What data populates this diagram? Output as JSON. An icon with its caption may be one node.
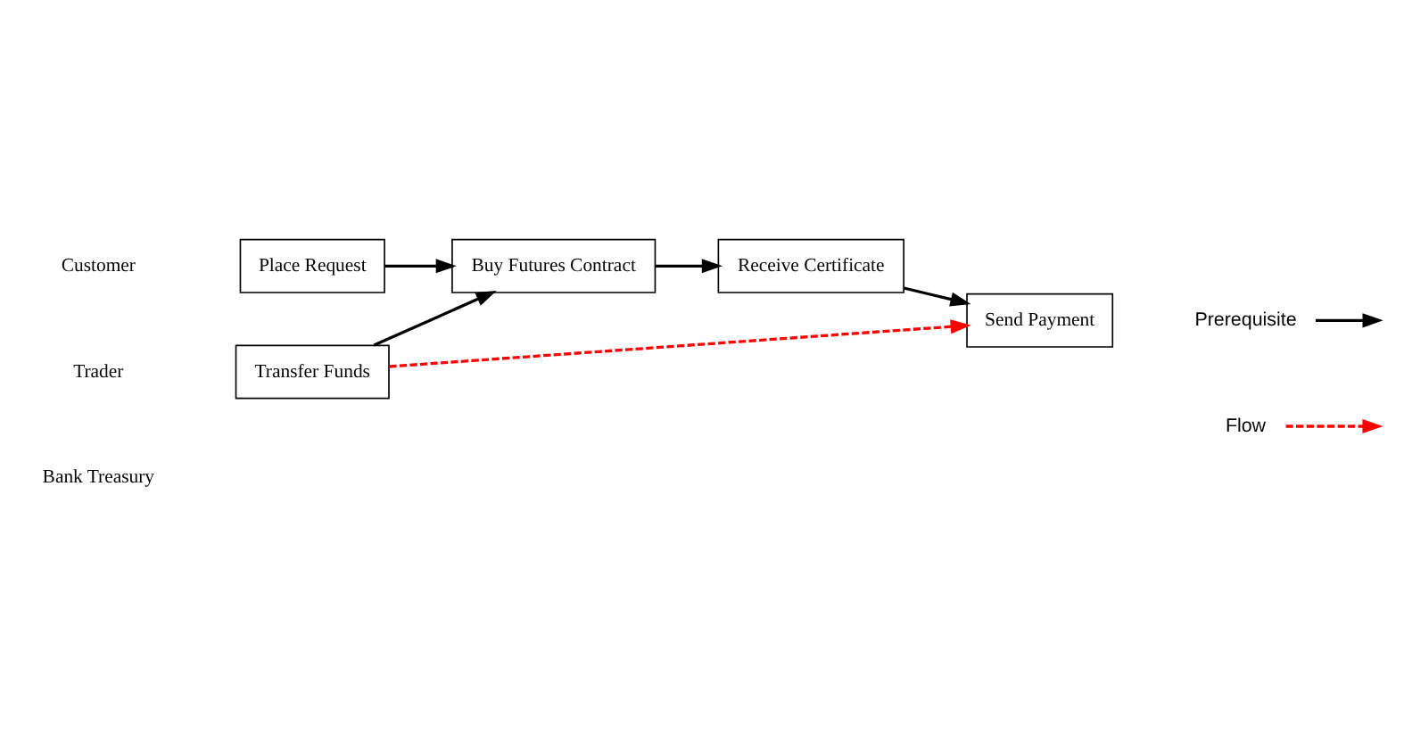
{
  "diagram": {
    "nodes": [
      {
        "text": [
          "Place Request"
        ]
      },
      {
        "text": [
          "Buy Futures Contract"
        ]
      },
      {
        "text": [
          "Receive Certificate"
        ]
      },
      {
        "text": [
          "Send Payment"
        ]
      },
      {
        "text": [
          "Transfer Funds"
        ]
      }
    ],
    "edges": [
      {
        "from": 0,
        "to": 1,
        "arrow": "to"
      },
      {
        "from": 1,
        "to": 2,
        "arrow": "to"
      },
      {
        "from": 2,
        "to": 3,
        "arrow": "to"
      },
      {
        "from": 4,
        "to": 1,
        "arrow": "to"
      },
      {
        "from": 4,
        "to": 3,
        "arrow": "to",
        "style": "dashed",
        "color": "#ff0000"
      }
    ],
    "labels": [
      "Customer",
      "Trader",
      "Bank Treasury"
    ],
    "legend": [
      {
        "text": "Prerequisite"
      },
      {
        "text": "Flow"
      }
    ]
  }
}
